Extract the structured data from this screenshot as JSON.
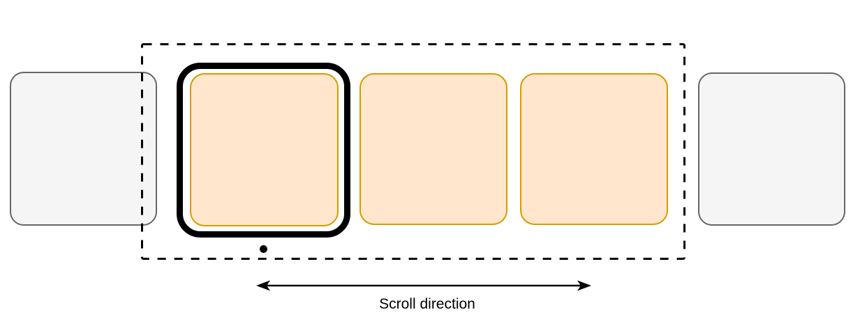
{
  "labels": {
    "scroll_direction": "Scroll direction"
  },
  "colors": {
    "background": "#ffffff",
    "card_fill": "#ffe6cc",
    "card_stroke": "#d79b00",
    "offscreen_fill": "#f5f5f5",
    "offscreen_stroke": "#666666",
    "frame_color": "#000000",
    "boundary_color": "#000000",
    "arrow_color": "#000000",
    "text_color": "#000000"
  },
  "icons": {
    "home_indicator": "filled-dot",
    "scroll_arrow": "double-headed-horizontal-arrow"
  }
}
